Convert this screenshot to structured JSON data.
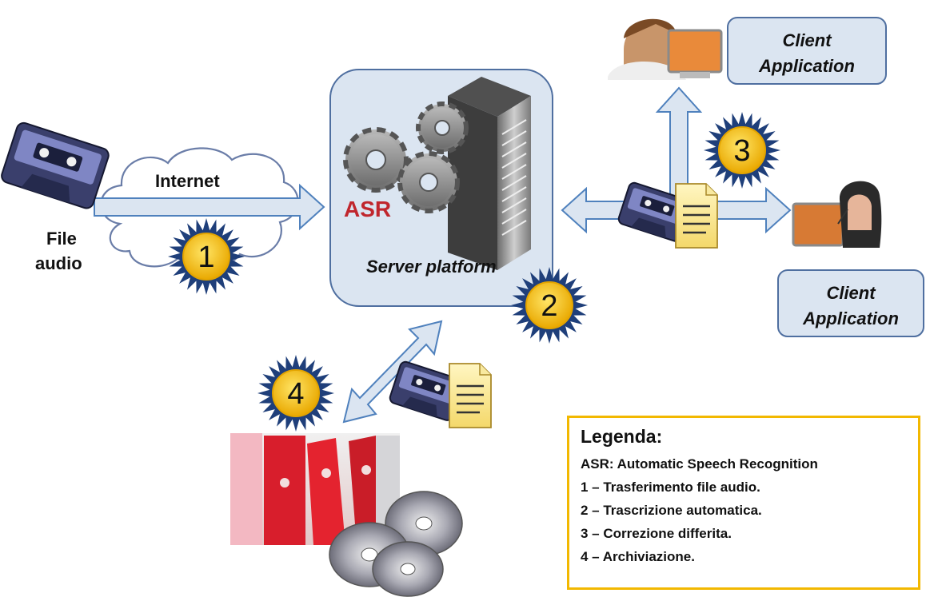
{
  "labels": {
    "internet": "Internet",
    "file_audio_line1": "File",
    "file_audio_line2": "audio",
    "asr": "ASR",
    "server_platform": "Server platform",
    "client_top_line1": "Client",
    "client_top_line2": "Application",
    "client_bottom_line1": "Client",
    "client_bottom_line2": "Application"
  },
  "badges": {
    "b1": "1",
    "b2": "2",
    "b3": "3",
    "b4": "4"
  },
  "legend": {
    "title": "Legenda:",
    "items": [
      "ASR: Automatic Speech Recognition",
      "1 – Trasferimento file audio.",
      "2 – Trascrizione automatica.",
      "3 – Correzione differita.",
      "4 – Archiviazione."
    ]
  },
  "colors": {
    "arrow_fill": "#dbe5f1",
    "arrow_stroke": "#4f81bd",
    "panel_fill": "#dbe5f1",
    "panel_stroke": "#4f6fa0",
    "asr_red": "#c0262d",
    "badge_yellow": "#f5c400",
    "badge_ray": "#1f3f7a",
    "legend_border": "#f2b800"
  }
}
